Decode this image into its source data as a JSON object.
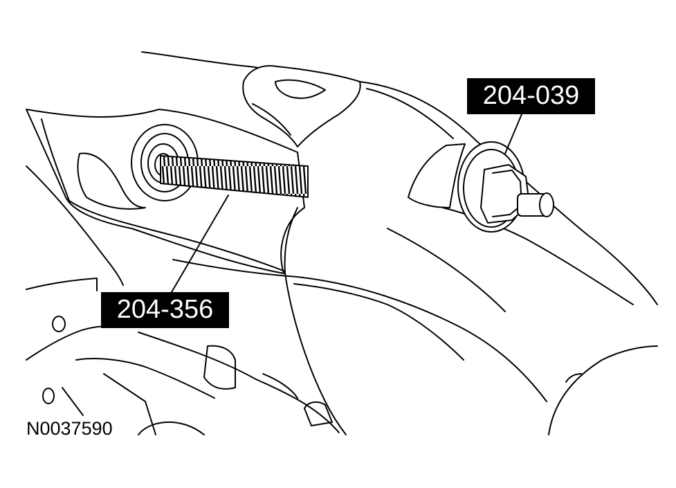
{
  "callouts": [
    {
      "label": "204-039",
      "color": "#000000",
      "text_color": "#ffffff"
    },
    {
      "label": "204-356",
      "color": "#000000",
      "text_color": "#ffffff"
    }
  ],
  "figure_id": "N0037590"
}
